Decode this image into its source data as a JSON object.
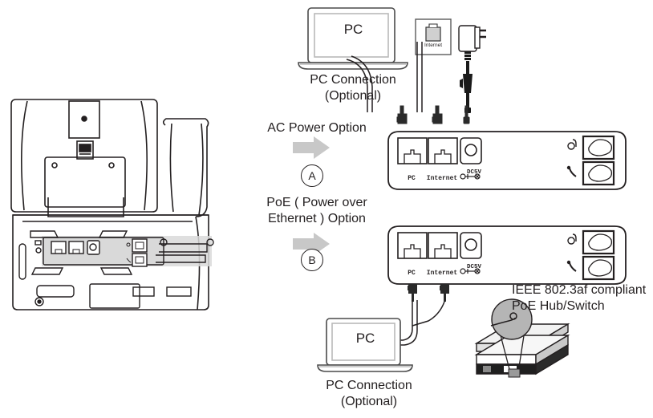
{
  "diagram": {
    "title": "IP Phone Connection Options Diagram",
    "colors": {
      "line": "#231f20",
      "arrow_fill": "#c8c8c8",
      "panel_fill": "#ffffff",
      "shade": "#d9d9d9",
      "dark": "#1a1a1a",
      "screen_fill": "#ffffff"
    }
  },
  "top_section": {
    "laptop_label": "PC",
    "laptop_caption_line1": "PC Connection",
    "laptop_caption_line2": "(Optional)",
    "wall_jack_label": "Internet",
    "power_adapter_name": "ac-power-adapter"
  },
  "options": [
    {
      "id": "A",
      "label_line1": "AC Power Option",
      "label_line2": "",
      "marker": "A",
      "arrow_icon": "arrow-right-icon"
    },
    {
      "id": "B",
      "label_line1": "PoE ( Power over",
      "label_line2": "Ethernet ) Option",
      "marker": "B",
      "arrow_icon": "arrow-right-icon"
    }
  ],
  "rear_panel": {
    "ports": [
      {
        "name": "pc-port",
        "label": "PC",
        "type": "rj45"
      },
      {
        "name": "internet-port",
        "label": "Internet",
        "type": "rj45"
      },
      {
        "name": "dc-power-port",
        "label": "DC5V",
        "type": "barrel"
      }
    ],
    "side_jacks": [
      {
        "name": "headset-jack",
        "icon": "headset-icon",
        "label": ""
      },
      {
        "name": "handset-jack",
        "icon": "handset-icon",
        "label": ""
      }
    ]
  },
  "poe_section": {
    "label_line1": "IEEE 802.3af compliant",
    "label_line2": "PoE Hub/Switch",
    "magnifier_name": "magnifier-callout"
  },
  "bottom_section": {
    "laptop_label": "PC",
    "laptop_caption_line1": "PC Connection",
    "laptop_caption_line2": "(Optional)"
  },
  "phone_image": {
    "name": "ip-phone-rear-view",
    "ports_highlight": "rear-ports-highlight"
  }
}
